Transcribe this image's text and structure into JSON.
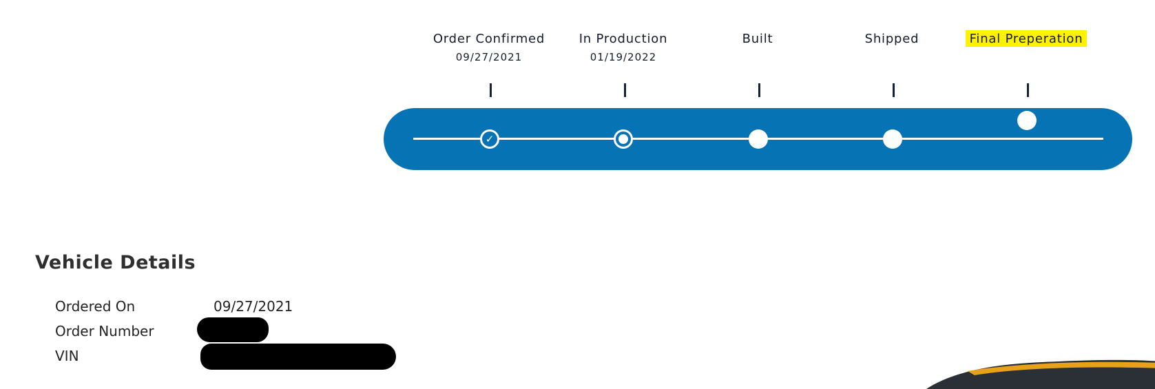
{
  "tracker": {
    "steps": [
      {
        "label": "Order Confirmed",
        "date": "09/27/2021",
        "status": "complete",
        "highlighted": false
      },
      {
        "label": "In Production",
        "date": "01/19/2022",
        "status": "current",
        "highlighted": false
      },
      {
        "label": "Built",
        "date": "",
        "status": "upcoming",
        "highlighted": false
      },
      {
        "label": "Shipped",
        "date": "",
        "status": "upcoming",
        "highlighted": false
      },
      {
        "label": "Final Preperation",
        "date": "",
        "status": "upcoming",
        "highlighted": true
      }
    ],
    "check_glyph": "✓",
    "colors": {
      "bar": "#0673b4",
      "highlight": "#fff200",
      "text": "#141b2b"
    }
  },
  "vehicle_details": {
    "heading": "Vehicle Details",
    "rows": [
      {
        "label": "Ordered On",
        "value": "09/27/2021",
        "redacted": false
      },
      {
        "label": "Order Number",
        "value": "",
        "redacted": true
      },
      {
        "label": "VIN",
        "value": "",
        "redacted": true
      }
    ]
  },
  "car_image": {
    "icon": "vehicle-image",
    "colors": {
      "body": "#2b2f36",
      "accent": "#e8a21a"
    }
  }
}
